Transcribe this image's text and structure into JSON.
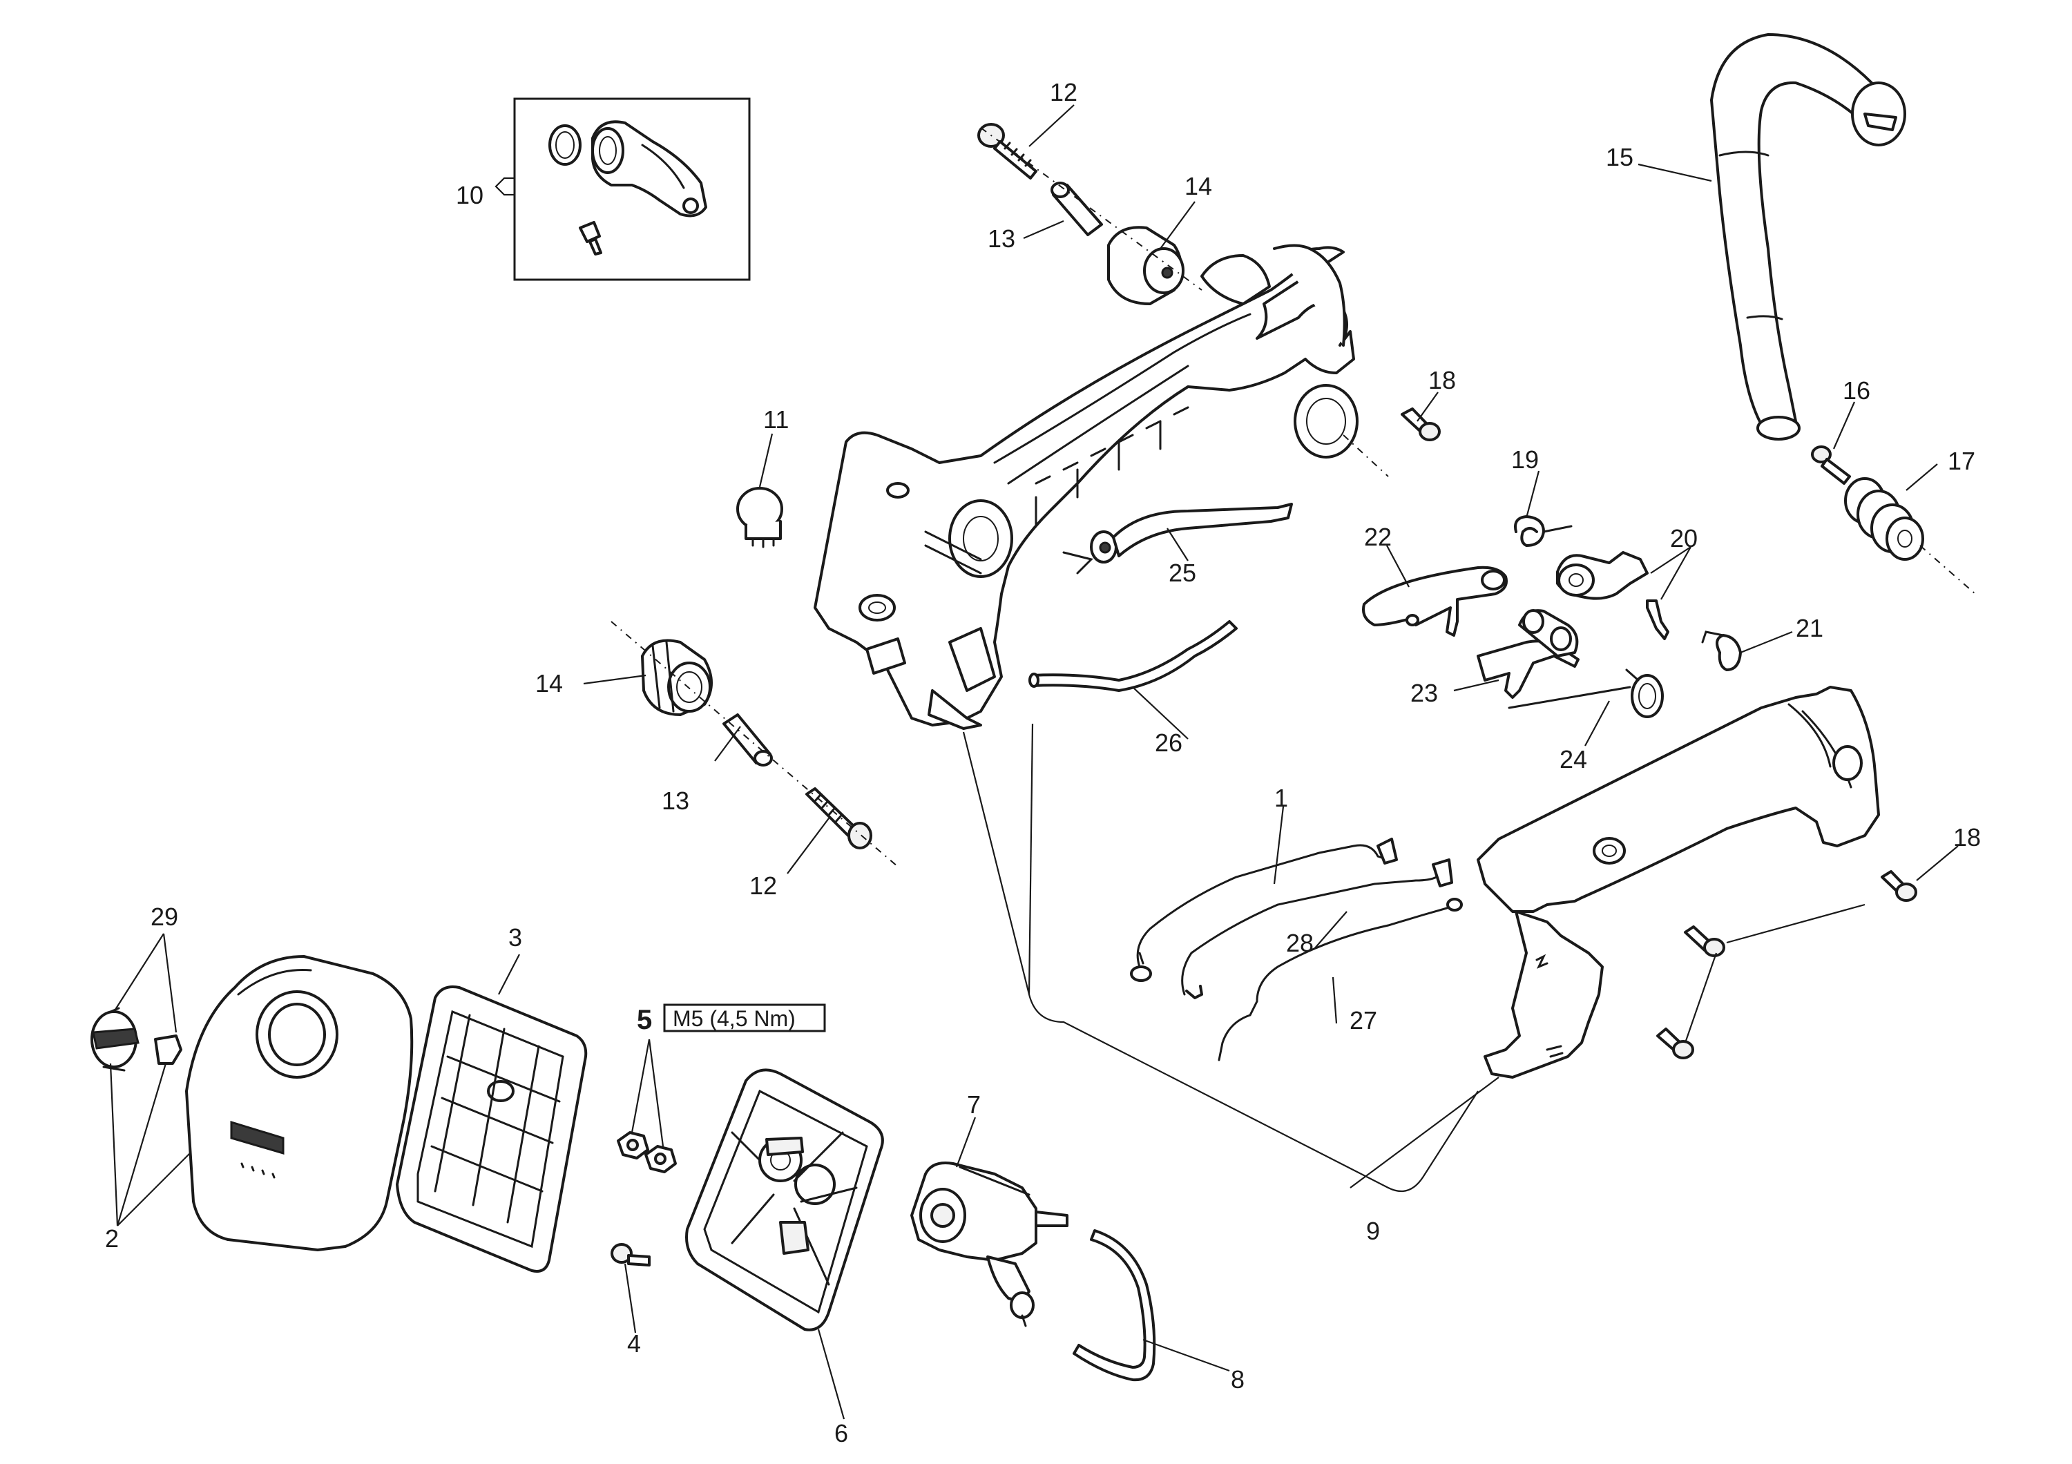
{
  "callouts": {
    "c1": "1",
    "c2": "2",
    "c3": "3",
    "c4": "4",
    "c5": "5",
    "c6": "6",
    "c7": "7",
    "c8": "8",
    "c9": "9",
    "c10": "10",
    "c11": "11",
    "c12a": "12",
    "c12b": "12",
    "c13a": "13",
    "c13b": "13",
    "c14a": "14",
    "c14b": "14",
    "c15": "15",
    "c16": "16",
    "c17": "17",
    "c18a": "18",
    "c18b": "18",
    "c19": "19",
    "c20": "20",
    "c21": "21",
    "c22": "22",
    "c23": "23",
    "c24": "24",
    "c25": "25",
    "c26": "26",
    "c27": "27",
    "c28": "28",
    "c29": "29"
  },
  "torque_note": "M5 (4,5 Nm)"
}
